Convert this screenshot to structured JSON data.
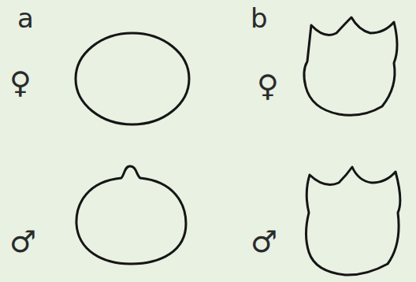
{
  "diagram": {
    "labels": [
      "a",
      "♀",
      "♂",
      "b",
      "♀",
      "♂"
    ]
  }
}
